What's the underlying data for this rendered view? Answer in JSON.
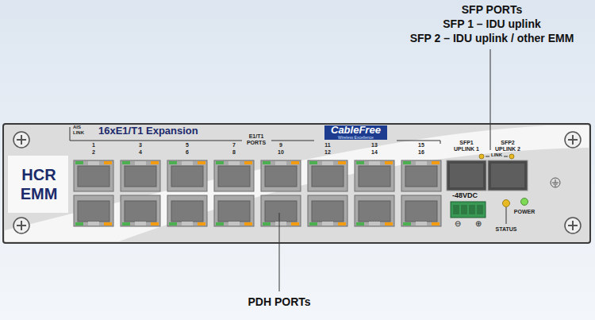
{
  "diagram": {
    "nodes": [
      {
        "text": [
          "HCR EMM"
        ]
      },
      {
        "text": [
          "CableFree",
          "Wireless Excellence"
        ]
      }
    ],
    "labels": [
      "SFP PORTs",
      "SFP 1 – IDU uplink",
      "SFP 2 – IDU uplink / other EMM",
      "AIS",
      "LINK",
      "16xE1/T1 Expansion",
      "E1/T1",
      "PORTS",
      "1",
      "2",
      "3",
      "4",
      "5",
      "6",
      "7",
      "8",
      "9",
      "10",
      "11",
      "12",
      "13",
      "14",
      "15",
      "16",
      "SFP1",
      "UPLINK 1",
      "SFP2",
      "UPLINK 2",
      "LINK",
      "-48VDC",
      "⊖",
      "⊕",
      "STATUS",
      "POWER",
      "PDH PORTs"
    ]
  }
}
